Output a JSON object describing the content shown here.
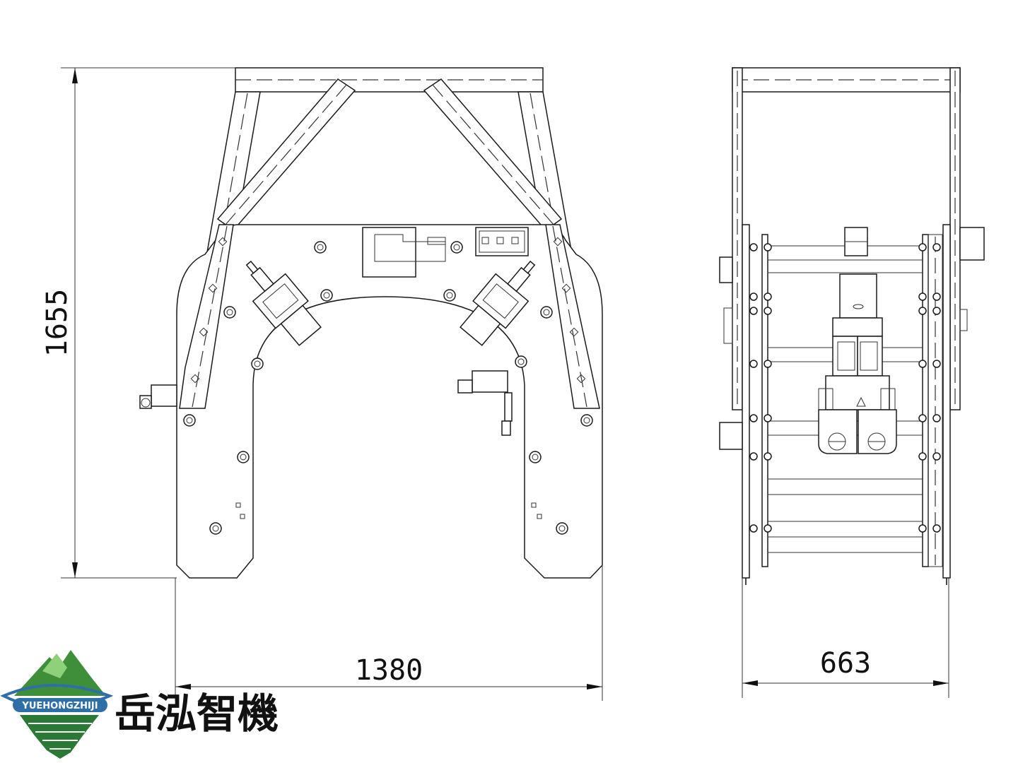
{
  "drawing": {
    "front_view": {
      "height_dim": "1655",
      "width_dim": "1380"
    },
    "side_view": {
      "width_dim": "663"
    }
  },
  "logo": {
    "name_cn": "岳泓智機",
    "name_en": "YUEHONGZHIJI",
    "colors": {
      "mountain": "#3f8f3a",
      "dark": "#1f5e2a",
      "ring": "#2f6fa8"
    }
  }
}
